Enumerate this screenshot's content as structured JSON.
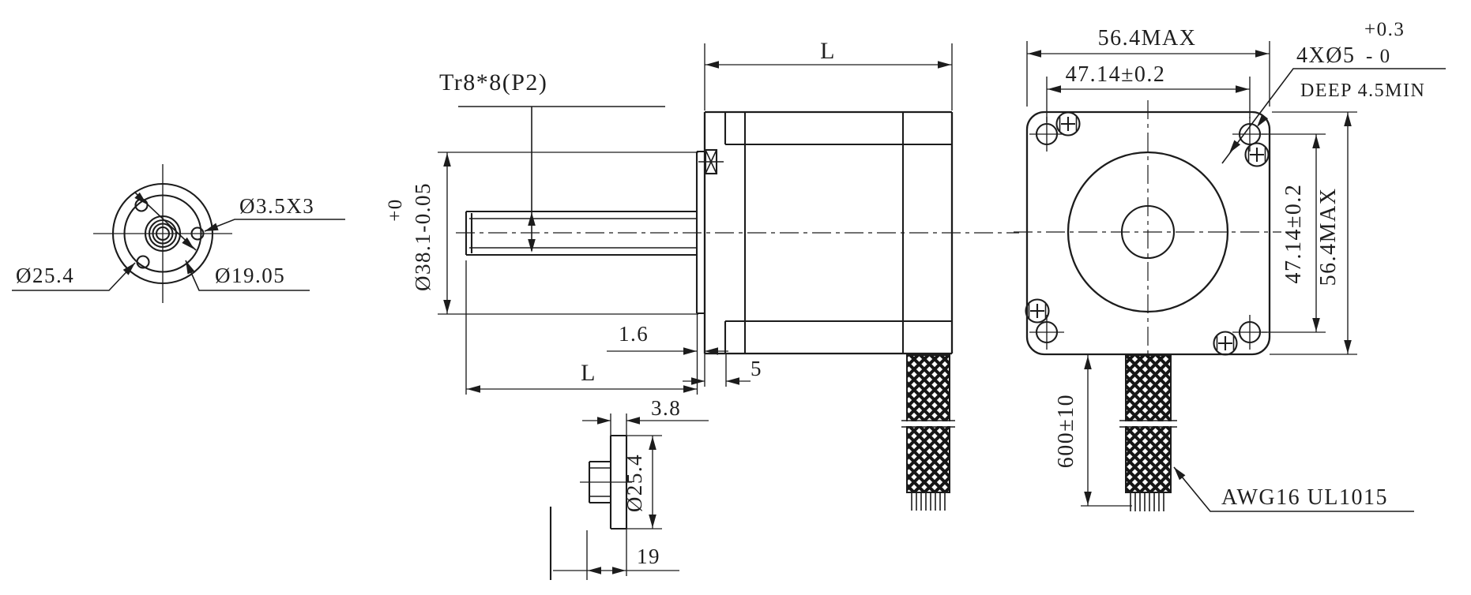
{
  "meta": {
    "background": "#ffffff",
    "line_color": "#1c1c1c",
    "drawing_type": "engineering dimension drawing"
  },
  "nut_front_view": {
    "hole_callout": "Ø3.5X3",
    "flange_diameter": "Ø25.4",
    "bolt_circle_diameter": "Ø19.05"
  },
  "side_view": {
    "thread_spec": "Tr8*8(P2)",
    "boss_diameter": "Ø38.1-0.05",
    "boss_diameter_tol_upper": "+0",
    "body_length": "L",
    "screw_length": "L",
    "boss_height": "1.6",
    "faceplate_thickness": "5"
  },
  "nut_detail_view": {
    "flange_thickness": "3.8",
    "flange_diameter": "Ø25.4",
    "nut_length": "19"
  },
  "rear_view": {
    "width_max": "56.4MAX",
    "hole_spacing_top": "47.14±0.2",
    "hole_callout": "4XØ5",
    "hole_tol_upper": "+0.3",
    "hole_tol_lower": "- 0",
    "hole_depth": "DEEP 4.5MIN",
    "hole_spacing_side": "47.14±0.2",
    "height_max": "56.4MAX",
    "cable_length": "600±10",
    "cable_spec": "AWG16 UL1015"
  }
}
